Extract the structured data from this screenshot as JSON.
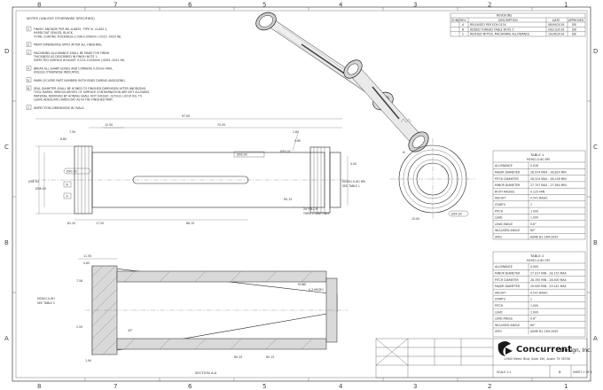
{
  "zones": {
    "columns": [
      "8",
      "7",
      "6",
      "5",
      "4",
      "3",
      "2",
      "1"
    ],
    "rows": [
      "D",
      "C",
      "B",
      "A"
    ]
  },
  "notes": {
    "title": "NOTES (UNLESS OTHERWISE SPECIFIED)",
    "items": [
      {
        "num": "1.",
        "lines": [
          "FINISH: ANODIZE PER MIL-A-8625, TYPE III, CLASS 2,",
          "HARDCOAT SEALED, BLACK.",
          "TOTAL COATING THICKNESS 0.038-0.056mm (.0015-.0020 IN)."
        ]
      },
      {
        "num": "2.",
        "lines": [
          "PRINT DIMENSIONS APPLY AFTER ALL FINISHING."
        ]
      },
      {
        "num": "3.",
        "lines": [
          "MACHINING ALLOWANCE SHALL BE MADE FOR FINISH",
          "THICKNESS AS DESCRIBED IN FINISH NOTE 1.",
          "EXPECTED SURFACE BUILDUP: 0.013-0.028mm (.0005-.0012 IN)."
        ]
      },
      {
        "num": "4.",
        "lines": [
          "BREAK ALL SHARP EDGES AND CORNERS 0.05mm MAX,",
          "UNLESS OTHERWISE INDICATED."
        ]
      },
      {
        "num": "5.",
        "lines": [
          "MARK (ECLIPSE PART NUMBER) BOTH ENDS DURING ANODIZING."
        ]
      },
      {
        "num": "6.",
        "lines": [
          "SEAL DIAMETER SHALL BE HONED TO FINISHED DIMENSION AFTER ANODIZING.",
          "TOOL MARKS, IRREGULARITIES OF SURFACE CONTAMINATION ARE NOT ALLOWED.",
          "MATERIAL REMOVED BY HONING SHALL NOT EXCEED .025mm (.0010 IN). TO",
          "LEAVE ADEQUATE HARDCOAT AS IN THE FINISHED PART."
        ]
      },
      {
        "num": "7.",
        "lines": [
          "INSPECTION DIMENSIONS IN OVALS."
        ]
      }
    ]
  },
  "revision": {
    "header": "REVISIONS",
    "cols": [
      "ZONE",
      "REV.",
      "DESCRIPTION",
      "DATE",
      "APPROVED"
    ],
    "rows": [
      [
        "",
        "A",
        "RELEASED PER ECN 0134",
        "08/09/2016",
        "DB"
      ],
      [
        "",
        "B",
        "ADDED THREAD TABLE NOTE 5",
        "09/21/2016",
        "DB"
      ],
      [
        "",
        "C",
        "REVISED NOTES, MACHINING ALLOWANCE",
        "10/26/2016",
        "DB"
      ]
    ]
  },
  "dimensions": {
    "overall": "97.00",
    "d1": "75.50",
    "d2": "12.50",
    "d3": "7.50",
    "d4": "6.80",
    "d5": "1.80",
    "d6": "4.80",
    "dia_outer": "Ø36.50",
    "dia_bore": "Ø28.00",
    "dia_a": "Ø33.07",
    "groove": "Ø26.00",
    "slot": "4.00",
    "len1": "17.20",
    "len2": "66.15",
    "len3": "81.20",
    "ref1": "R0.15",
    "ref2": "2X FULL R",
    "ref3": "THRU 1 SIDE ONLY",
    "tol1": "Ø30.50",
    "flat": "15.00",
    "end_dia": "Ø34.00",
    "callout_a": "A",
    "callout_b": "B",
    "m_thread": "M29X1.0-6G 6PL",
    "see_table": "SEE TABLE 1",
    "section_dims": [
      "11.50",
      "0.65",
      "7.56",
      "2.50",
      "1.90"
    ],
    "honed": "HONE",
    "micro": "0.3 MICRO",
    "chamfer": "45°",
    "m_inner": "M29X1.0-6H",
    "see_table2": "SEE TABLE 2",
    "slot_dims": [
      "R0.25",
      "R0.15"
    ]
  },
  "section_label": "SECTION A-A",
  "table1": {
    "title": "TABLE 1",
    "subtitle": "M29X1.0-6G 6PL",
    "rows": [
      [
        "ALLOWANCE",
        "0.026"
      ],
      [
        "MAJOR DIAMETER",
        "28.974 MAX - 28.824 MIN"
      ],
      [
        "PITCH DIAMETER",
        "28.324 MAX - 28.236 MIN"
      ],
      [
        "MINOR DIAMETER",
        "27.747 MAX - 27.584 MIN"
      ],
      [
        "ROOT RADIUS",
        "0.125 MIN"
      ],
      [
        "HEIGHT",
        "0.541 BASIC"
      ],
      [
        "STARTS",
        "1"
      ],
      [
        "PITCH",
        "1.000"
      ],
      [
        "LEAD",
        "1.000"
      ],
      [
        "LEAD ANGLE",
        "0.6°"
      ],
      [
        "INCLUDED ANGLE",
        "60°"
      ],
      [
        "SPEC",
        "ASME B1.13M-2005"
      ]
    ]
  },
  "table2": {
    "title": "TABLE 2",
    "subtitle": "M29X1.0-6H 3PL",
    "rows": [
      [
        "ALLOWANCE",
        "0.000"
      ],
      [
        "MINOR DIAMETER",
        "27.917 MIN - 28.153 MAX"
      ],
      [
        "PITCH DIAMETER",
        "28.350 MIN - 28.500 MAX"
      ],
      [
        "MAJOR DIAMETER",
        "29.000 MIN - 29.242 MAX"
      ],
      [
        "HEIGHT",
        "0.541 BASIC"
      ],
      [
        "STARTS",
        "1"
      ],
      [
        "PITCH",
        "1.000"
      ],
      [
        "LEAD",
        "1.000"
      ],
      [
        "LEAD ANGLE",
        "0.6°"
      ],
      [
        "INCLUDED ANGLE",
        "60°"
      ],
      [
        "SPEC",
        "ASME B1.13M-2005"
      ]
    ]
  },
  "title_block": {
    "company": "Concurrent",
    "company_suffix": "Design, Inc.",
    "address": "11900 Metric Blvd, Suite 190, Austin TX 78758",
    "size": "B",
    "sheet": "SHEET 1 OF 1",
    "scale": "SCALE 1:1"
  },
  "colors": {
    "line": "#222222",
    "shade": "#d9d9d9",
    "logo_dark": "#1a1a1a"
  }
}
